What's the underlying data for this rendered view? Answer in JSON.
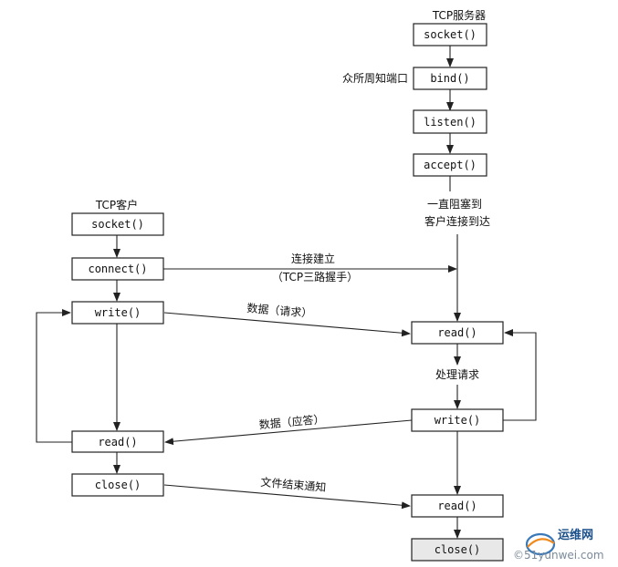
{
  "server": {
    "title": "TCP服务器",
    "socket": "socket()",
    "bind": "bind()",
    "bind_label": "众所周知端口",
    "listen": "listen()",
    "accept": "accept()",
    "block_line1": "一直阻塞到",
    "block_line2": "客户连接到达",
    "read": "read()",
    "process": "处理请求",
    "write": "write()",
    "read2": "read()",
    "close": "close()"
  },
  "client": {
    "title": "TCP客户",
    "socket": "socket()",
    "connect": "connect()",
    "write": "write()",
    "read": "read()",
    "close": "close()"
  },
  "messages": {
    "connect_line1": "连接建立",
    "connect_line2": "（TCP三路握手）",
    "request": "数据（请求）",
    "reply": "数据（应答）",
    "eof": "文件结束通知"
  },
  "watermark": {
    "logo_text": "运维网",
    "sub_text": "©51yunwei.com"
  }
}
